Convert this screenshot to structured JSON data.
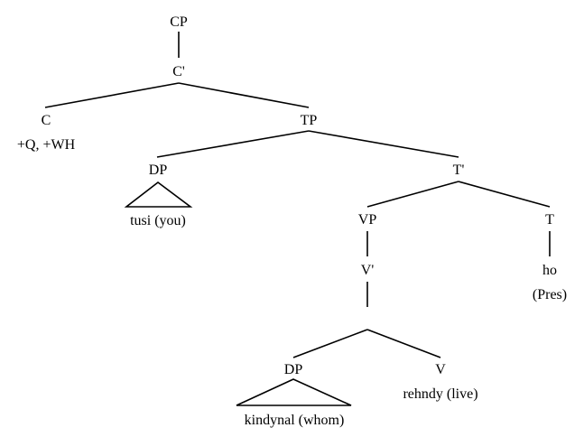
{
  "nodes": {
    "cp": "CP",
    "c_bar": "C'",
    "c": "C",
    "c_features": "+Q, +WH",
    "tp": "TP",
    "dp_subject": "DP",
    "dp_subject_word": "tusi (you)",
    "t_bar": "T'",
    "vp": "VP",
    "v_bar": "V'",
    "t": "T",
    "t_word": "ho",
    "t_gloss": "(Pres)",
    "dp_object": "DP",
    "dp_object_word": "kindynal (whom)",
    "v": "V",
    "v_word": "rehndy (live)"
  }
}
